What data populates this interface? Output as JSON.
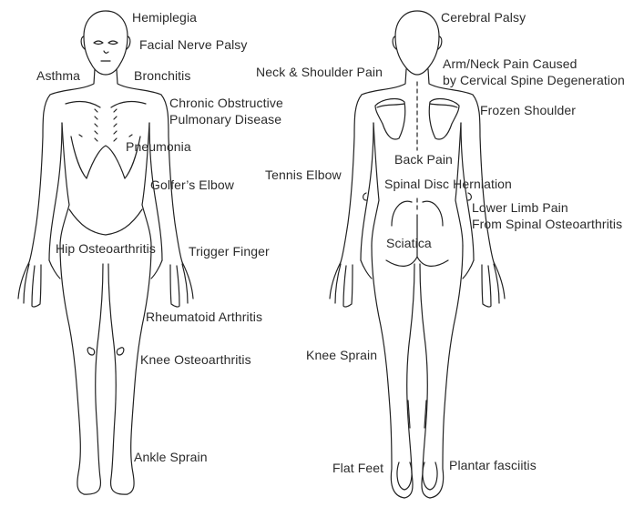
{
  "colors": {
    "line": "#222222",
    "text": "#2b2b2b",
    "background": "#ffffff"
  },
  "front_labels": [
    {
      "id": "hemiplegia",
      "text": "Hemiplegia"
    },
    {
      "id": "facial-nerve-palsy",
      "text": "Facial Nerve Palsy"
    },
    {
      "id": "asthma",
      "text": "Asthma"
    },
    {
      "id": "bronchitis",
      "text": "Bronchitis"
    },
    {
      "id": "copd",
      "text": "Chronic Obstructive\nPulmonary Disease"
    },
    {
      "id": "pneumonia",
      "text": "Pneumonia"
    },
    {
      "id": "golfers-elbow",
      "text": "Golfer’s Elbow"
    },
    {
      "id": "hip-osteoarthritis",
      "text": "Hip Osteoarthritis"
    },
    {
      "id": "trigger-finger",
      "text": "Trigger Finger"
    },
    {
      "id": "rheumatoid-arthritis",
      "text": "Rheumatoid Arthritis"
    },
    {
      "id": "knee-osteoarthritis",
      "text": "Knee Osteoarthritis"
    },
    {
      "id": "ankle-sprain",
      "text": "Ankle Sprain"
    }
  ],
  "back_labels": [
    {
      "id": "cerebral-palsy",
      "text": "Cerebral Palsy"
    },
    {
      "id": "neck-shoulder-pain",
      "text": "Neck & Shoulder Pain"
    },
    {
      "id": "arm-neck-pain",
      "text": "Arm/Neck Pain Caused\nby Cervical Spine Degeneration"
    },
    {
      "id": "frozen-shoulder",
      "text": "Frozen Shoulder"
    },
    {
      "id": "back-pain",
      "text": "Back Pain"
    },
    {
      "id": "tennis-elbow",
      "text": "Tennis Elbow"
    },
    {
      "id": "spinal-disc-herniation",
      "text": "Spinal Disc Herniation"
    },
    {
      "id": "lower-limb-pain",
      "text": "Lower Limb Pain\nFrom Spinal Osteoarthritis"
    },
    {
      "id": "sciatica",
      "text": "Sciatica"
    },
    {
      "id": "knee-sprain",
      "text": "Knee Sprain"
    },
    {
      "id": "flat-feet",
      "text": "Flat Feet"
    },
    {
      "id": "plantar-fasciitis",
      "text": "Plantar fasciitis"
    }
  ]
}
